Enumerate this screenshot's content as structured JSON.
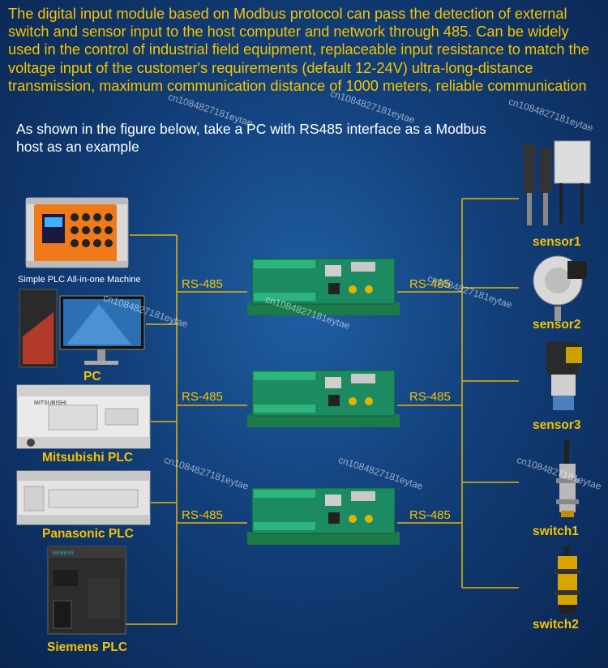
{
  "intro": "The digital input module based on Modbus protocol can pass the detection of external switch and sensor input to the host computer and network through 485. Can be widely used in the control of industrial field equipment, replaceable input resistance to match the voltage input of the customer's requirements (default 12-24V) ultra-long-distance transmission, maximum communication distance of 1000 meters, reliable communication",
  "example": "As shown in the figure below, take a PC with RS485 interface as a Modbus host as an example",
  "left_devices": {
    "plc_all_in_one": "Simple PLC All-in-one Machine",
    "pc": "PC",
    "mitsubishi": "Mitsubishi PLC",
    "panasonic": "Panasonic PLC",
    "siemens": "Siemens PLC"
  },
  "device_text": {
    "mitsubishi_brand": "MITSUBISHI",
    "siemens_brand": "SIEMENS"
  },
  "right_devices": {
    "sensor1": "sensor1",
    "sensor2": "sensor2",
    "sensor3": "sensor3",
    "switch1": "switch1",
    "switch2": "switch2"
  },
  "bus_labels": {
    "left": [
      "RS-485",
      "RS-485",
      "RS-485"
    ],
    "right": [
      "RS-485",
      "RS-485",
      "RS-485"
    ]
  },
  "watermark": "cn1084827181eytae",
  "colors": {
    "accent": "#f5c400",
    "board": "#1d8b62",
    "line": "#e8b400"
  }
}
